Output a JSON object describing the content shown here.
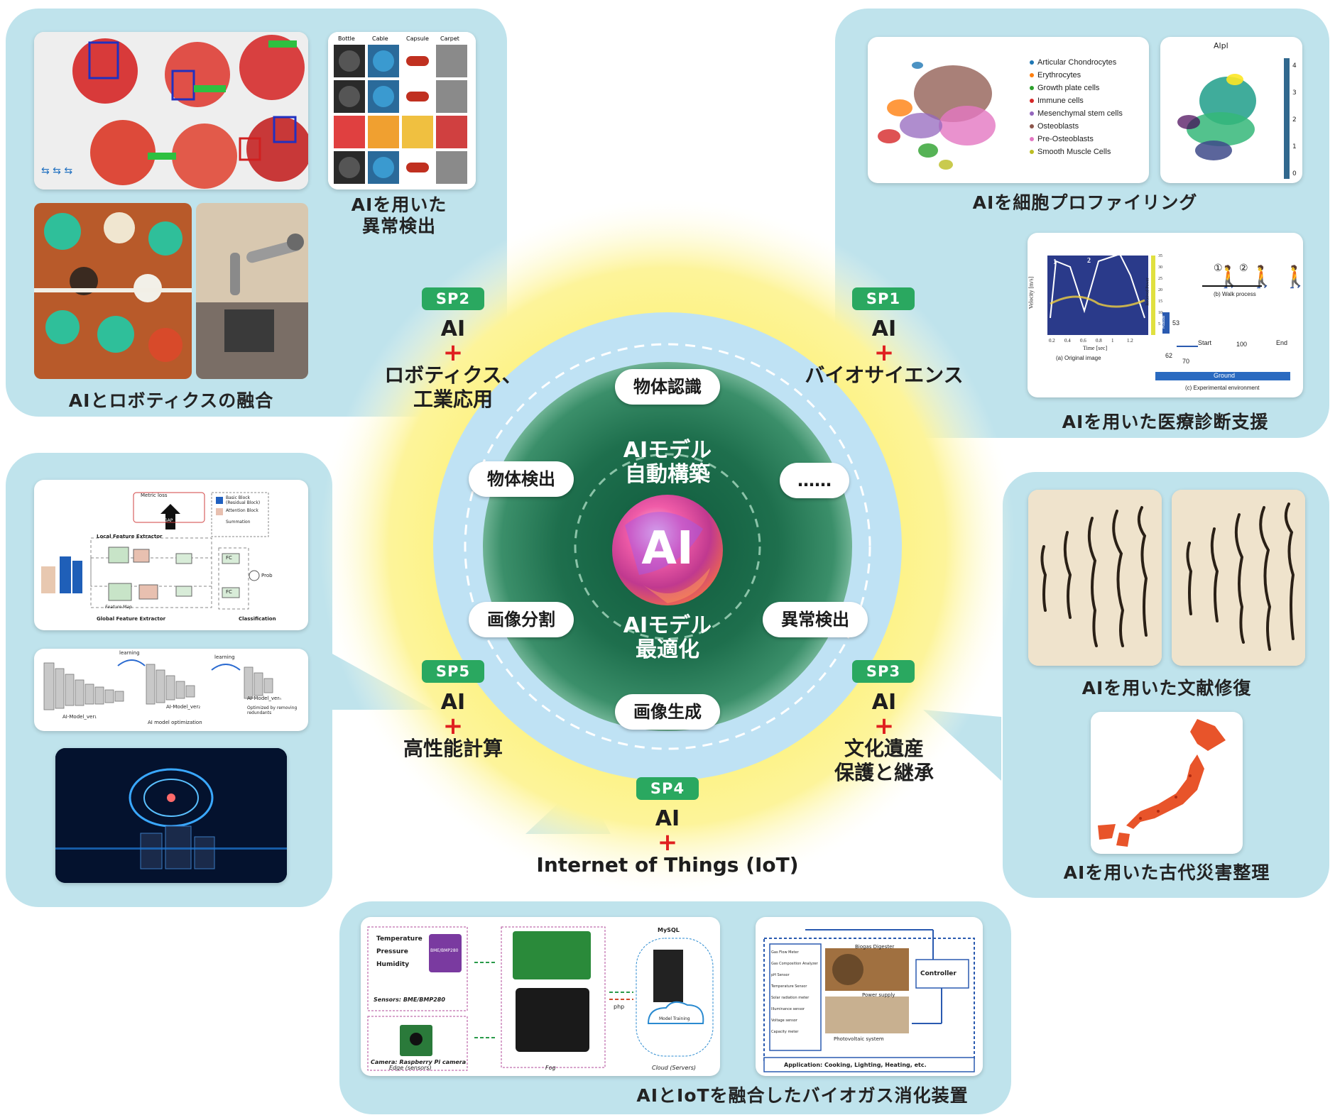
{
  "center": {
    "core": "AI",
    "top_title": [
      "AIモデル",
      "自動構築"
    ],
    "bottom_title": [
      "AIモデル",
      "最適化"
    ]
  },
  "tasks": [
    "物体認識",
    "物体検出",
    "……",
    "画像分割",
    "異常検出",
    "画像生成"
  ],
  "subprojects": [
    {
      "id": "SP1",
      "ai": "AI",
      "plus": "+",
      "name": [
        "バイオサイエンス"
      ]
    },
    {
      "id": "SP2",
      "ai": "AI",
      "plus": "+",
      "name": [
        "ロボティクス、",
        "工業応用"
      ]
    },
    {
      "id": "SP3",
      "ai": "AI",
      "plus": "+",
      "name": [
        "文化遺産",
        "保護と継承"
      ]
    },
    {
      "id": "SP4",
      "ai": "AI",
      "plus": "+",
      "name": [
        "Internet of Things (IoT)"
      ]
    },
    {
      "id": "SP5",
      "ai": "AI",
      "plus": "+",
      "name": [
        "高性能計算"
      ]
    }
  ],
  "captions": {
    "anomaly": [
      "AIを用いた",
      "異常検出"
    ],
    "robotics": "AIとロボティクスの融合",
    "cell_profiling": "AIを細胞プロファイリング",
    "medical": "AIを用いた医療診断支援",
    "document": "AIを用いた文献修復",
    "disaster": "AIを用いた古代災害整理",
    "iot": "AIとIoTを融合したバイオガス消化装置"
  },
  "anomaly_grid": {
    "headers": [
      "Bottle",
      "Cable",
      "Capsule",
      "Carpet"
    ]
  },
  "umap": {
    "legend": [
      "Articular Chondrocytes",
      "Erythrocytes",
      "Growth plate cells",
      "Immune cells",
      "Mesenchymal stem cells",
      "Osteoblasts",
      "Pre-Osteoblasts",
      "Smooth Muscle Cells"
    ],
    "colors": [
      "#1f77b4",
      "#ff7f0e",
      "#2ca02c",
      "#d62728",
      "#9467bd",
      "#8c564b",
      "#e377c2",
      "#bcbd22"
    ],
    "panel2_title": "Alpl",
    "colorbar_ticks": [
      "4",
      "3",
      "2",
      "1",
      "0"
    ]
  },
  "gait": {
    "ylabel": "Velocity [m/s]",
    "xlabel": "Time [sec]",
    "xticks": [
      "0.2",
      "0.4",
      "0.6",
      "0.8",
      "1",
      "1.2"
    ],
    "cbar_label": "Received Power",
    "cbar_ticks": [
      "35",
      "30",
      "25",
      "20",
      "15",
      "10",
      "5"
    ],
    "caption_a": "(a) Original image",
    "caption_b": "(b) Walk process",
    "caption_c": "(c) Experimental environment",
    "step1": "①",
    "step2": "②",
    "radar": "Radar",
    "start": "Start",
    "end": "End",
    "d100": "100",
    "d62": "62",
    "d70": "70",
    "d53": "53",
    "ground": "Ground",
    "peaks": [
      "1",
      "2"
    ]
  },
  "arch": {
    "metric_loss": "Metric loss",
    "basic_block": "Basic Block (Residual Block)",
    "attention_block": "Attention Block",
    "summation": "Summation",
    "local": "Local Feature Extractor",
    "global": "Global Feature Extractor",
    "gap": "GAP",
    "fc": "FC",
    "prob": "Prob",
    "classification": "Classification",
    "feature_map": "Feature Map"
  },
  "opt": {
    "labels": [
      "AI-Model_ver₁",
      "AI-Model_ver₂",
      "AI-Model_verₙ"
    ],
    "learning": "learning",
    "caption": "AI model optimization",
    "note": "Optimized by removing redundants"
  },
  "iot_sys": {
    "sensor_lines": [
      "Temperature",
      "Pressure",
      "Humidity"
    ],
    "sensor_caption": "Sensors: BME/BMP280",
    "chip": "BME/BMP280",
    "camera_caption": "Camera: Raspberry Pi camera",
    "edge": "Edge (sensors)",
    "fog": "Fog",
    "cloud": "Cloud (Servers)",
    "mysql": "MySQL",
    "php": "php",
    "model_training": "Model Training"
  },
  "biogas": {
    "digester": "Biogas Digester",
    "controller": "Controller",
    "power_supply": "Power supply",
    "pv": "Photovoltaic system",
    "application": "Application: Cooking, Lighting, Heating, etc.",
    "sensors": [
      "Gas Flow Meter",
      "Gas Composition Analyzer",
      "pH Sensor",
      "Temperature Sensor",
      "Solar radiation meter",
      "Illuminance sensor",
      "Voltage sensor",
      "Capacity meter"
    ]
  },
  "colors": {
    "bubble": "#bfe3ec",
    "sp_badge": "#2aa860",
    "plus": "#e02020",
    "ring_outer": "#fdf27a",
    "ring_mid": "#bfe2f4",
    "core_green": "#1e6b4a"
  }
}
